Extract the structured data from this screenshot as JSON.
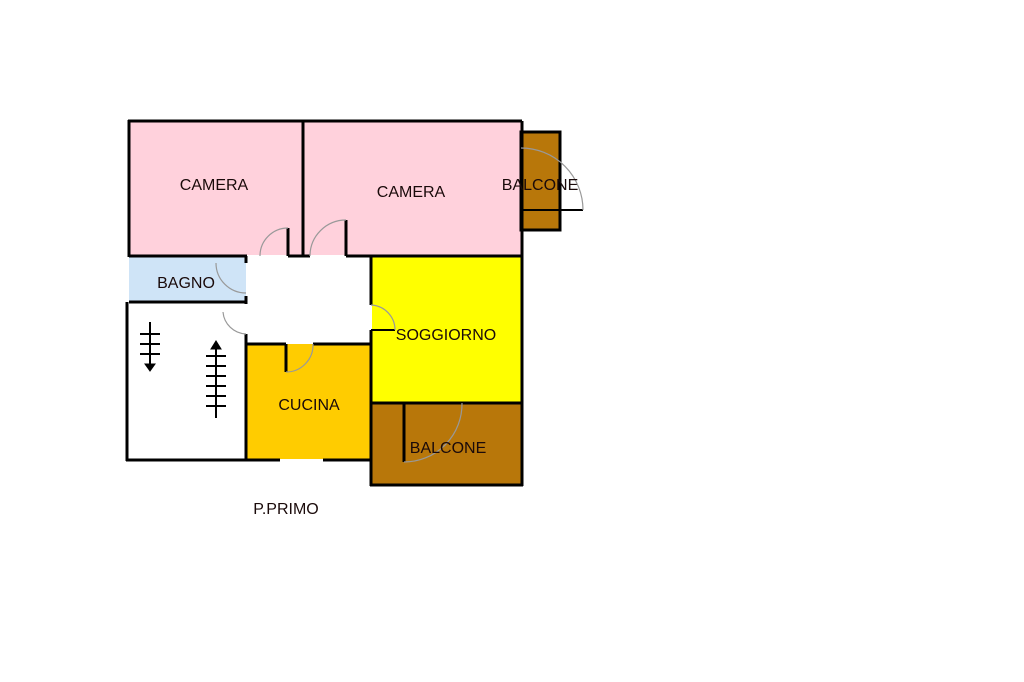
{
  "floor_label": "P.PRIMO",
  "colors": {
    "camera": "#ffd1dc",
    "bagno": "#cfe4f7",
    "soggiorno": "#ffff00",
    "cucina": "#ffcc00",
    "balcone": "#b8770a",
    "hall": "#ffffff",
    "stair": "#ffffff",
    "wall": "#000000",
    "door_arc": "#999999"
  },
  "rooms": [
    {
      "id": "camera-1",
      "label": "CAMERA"
    },
    {
      "id": "camera-2",
      "label": "CAMERA"
    },
    {
      "id": "balcone-1",
      "label": "BALCONE"
    },
    {
      "id": "bagno",
      "label": "BAGNO"
    },
    {
      "id": "soggiorno",
      "label": "SOGGIORNO"
    },
    {
      "id": "cucina",
      "label": "CUCINA"
    },
    {
      "id": "balcone-2",
      "label": "BALCONE"
    }
  ],
  "stairs": [
    {
      "direction": "down"
    },
    {
      "direction": "up"
    }
  ]
}
